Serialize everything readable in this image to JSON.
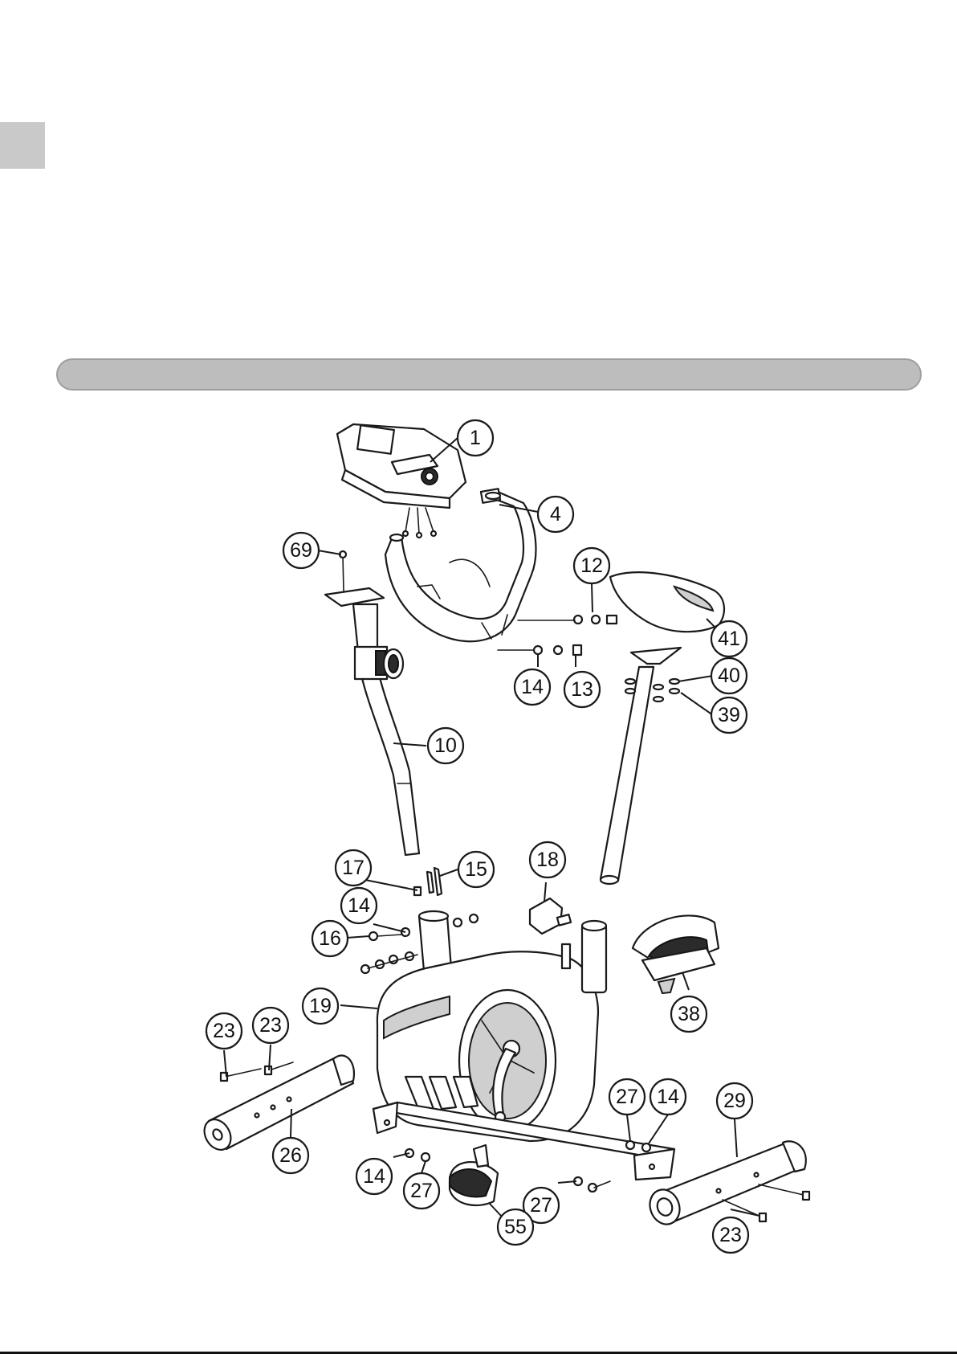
{
  "callouts": [
    {
      "id": "1",
      "label": "1"
    },
    {
      "id": "4",
      "label": "4"
    },
    {
      "id": "69",
      "label": "69"
    },
    {
      "id": "12",
      "label": "12"
    },
    {
      "id": "41",
      "label": "41"
    },
    {
      "id": "14a",
      "label": "14"
    },
    {
      "id": "13",
      "label": "13"
    },
    {
      "id": "40",
      "label": "40"
    },
    {
      "id": "39",
      "label": "39"
    },
    {
      "id": "10",
      "label": "10"
    },
    {
      "id": "17",
      "label": "17"
    },
    {
      "id": "15",
      "label": "15"
    },
    {
      "id": "18",
      "label": "18"
    },
    {
      "id": "14b",
      "label": "14"
    },
    {
      "id": "16",
      "label": "16"
    },
    {
      "id": "19",
      "label": "19"
    },
    {
      "id": "38",
      "label": "38"
    },
    {
      "id": "23a",
      "label": "23"
    },
    {
      "id": "23b",
      "label": "23"
    },
    {
      "id": "26",
      "label": "26"
    },
    {
      "id": "27a",
      "label": "27"
    },
    {
      "id": "14c",
      "label": "14"
    },
    {
      "id": "29",
      "label": "29"
    },
    {
      "id": "14d",
      "label": "14"
    },
    {
      "id": "27b",
      "label": "27"
    },
    {
      "id": "27c",
      "label": "27"
    },
    {
      "id": "55",
      "label": "55"
    },
    {
      "id": "23c",
      "label": "23"
    }
  ]
}
